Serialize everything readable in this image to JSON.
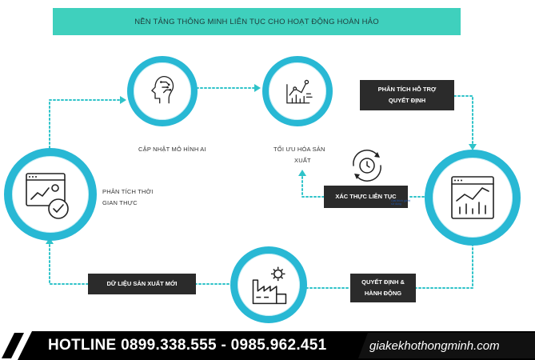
{
  "banner": {
    "title": "NỀN TẢNG THÔNG MINH LIÊN TỤC CHO HOẠT ĐỘNG HOÀN HẢO"
  },
  "nodes": {
    "ai_update": {
      "label": "CẬP NHẬT MÔ HÌNH AI"
    },
    "optimize": {
      "label_line1": "TỐI ƯU HÓA SẢN",
      "label_line2": "XUẤT"
    },
    "realtime": {
      "label_line1": "PHÂN TÍCH THỜI",
      "label_line2": "GIAN THỰC"
    }
  },
  "boxes": {
    "decision_support": {
      "line1": "PHÂN TÍCH HỖ TRỢ",
      "line2": "QUYẾT ĐỊNH"
    },
    "validation": {
      "text": "XÁC THỰC LIÊN TỤC"
    },
    "new_data": {
      "text": "DỮ LIỆU SẢN XUẤT MỚI"
    },
    "decision_action": {
      "line1": "QUYẾT ĐỊNH &",
      "line2": "HÀNH ĐỘNG"
    }
  },
  "tiny_note": {
    "line1": "Giải thích giá trị",
    "line2": "sử dụng"
  },
  "footer": {
    "hotline": "HOTLINE 0899.338.555 - 0985.962.451",
    "website": "giakekhothongminh.com"
  },
  "colors": {
    "banner": "#3fd0bd",
    "ring": "#28b8d4",
    "dots": "#2fc3c9",
    "dark_box": "#2b2b2b",
    "footer": "#000000"
  },
  "icons": [
    "ai-head-icon",
    "growth-chart-icon",
    "analytics-icon",
    "factory-icon",
    "browser-check-icon",
    "cycle-clock-icon"
  ]
}
